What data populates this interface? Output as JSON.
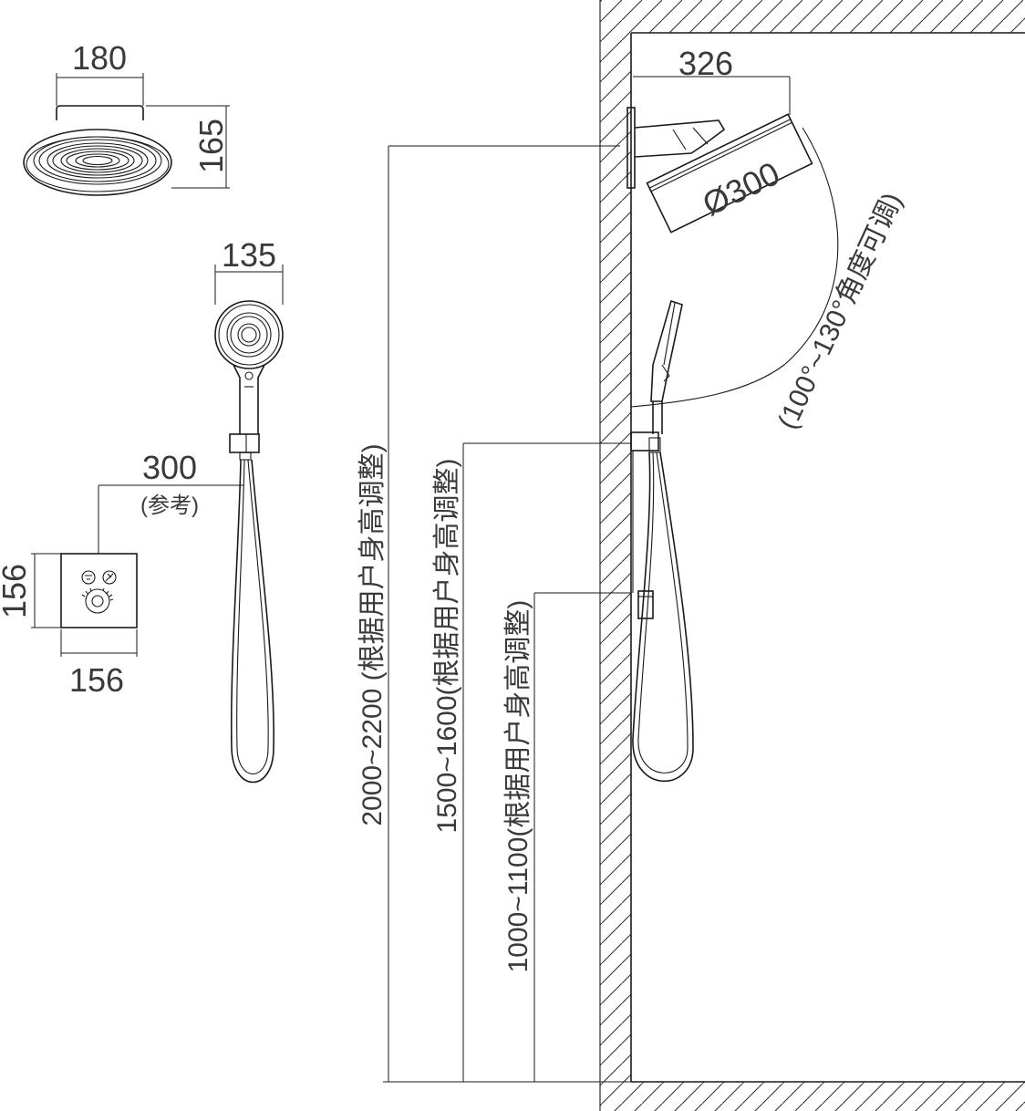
{
  "dimensions": {
    "top_width": "180",
    "top_height": "165",
    "hand_width": "135",
    "panel_offset": "300",
    "panel_offset_note": "(参考)",
    "panel_height": "156",
    "panel_width": "156",
    "arm_length": "326",
    "head_diameter": "Ø300",
    "angle_note": "(100°~130°角度可调)",
    "height_top": "2000~2200 (根据用户身高调整)",
    "height_mid": "1500~1600(根据用户身高调整)",
    "height_low": "1000~1100(根据用户身高调整)"
  }
}
